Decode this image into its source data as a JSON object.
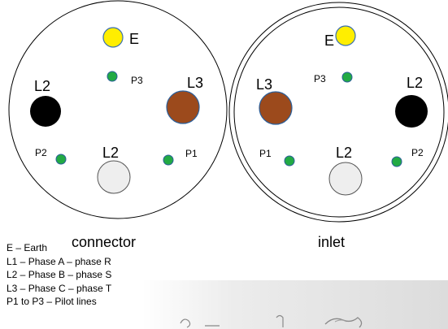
{
  "connector": {
    "caption": "connector",
    "labels": {
      "earth": "E",
      "left_phase": "L2",
      "right_phase": "L3",
      "bottom_phase": "L2",
      "pilot_top": "P3",
      "pilot_left": "P2",
      "pilot_right": "P1"
    }
  },
  "inlet": {
    "caption": "inlet",
    "labels": {
      "earth": "E",
      "left_phase": "L3",
      "right_phase": "L2",
      "bottom_phase": "L2",
      "pilot_top": "P3",
      "pilot_left": "P1",
      "pilot_right": "P2"
    }
  },
  "legend": [
    "E – Earth",
    "L1 – Phase A – phase R",
    "L2 – Phase B – phase S",
    "L3 – Phase C – phase T",
    "P1 to P3 – Pilot lines"
  ],
  "colors": {
    "earth": "#ffee00",
    "phase_black": "#000000",
    "phase_brown": "#9c4a1c",
    "phase_grey": "#eeeeee",
    "pilot": "#22aa44"
  }
}
